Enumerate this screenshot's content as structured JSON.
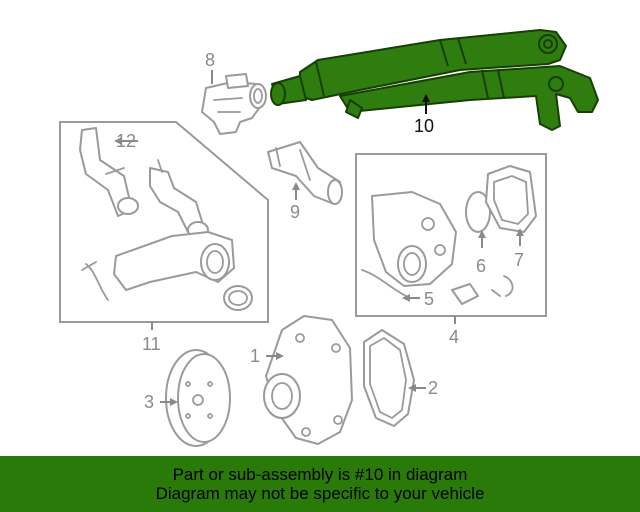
{
  "diagram": {
    "callouts": {
      "c1": "1",
      "c2": "2",
      "c3": "3",
      "c4": "4",
      "c5": "5",
      "c6": "6",
      "c7": "7",
      "c8": "8",
      "c9": "9",
      "c10": "10",
      "c11": "11",
      "c12": "12"
    },
    "highlight_color": "#2e7d0e",
    "highlighted_part": "10"
  },
  "banner": {
    "line1": "Part or sub-assembly is #10 in diagram",
    "line2": "Diagram may not be specific to your vehicle",
    "background": "#2a7a0a"
  }
}
